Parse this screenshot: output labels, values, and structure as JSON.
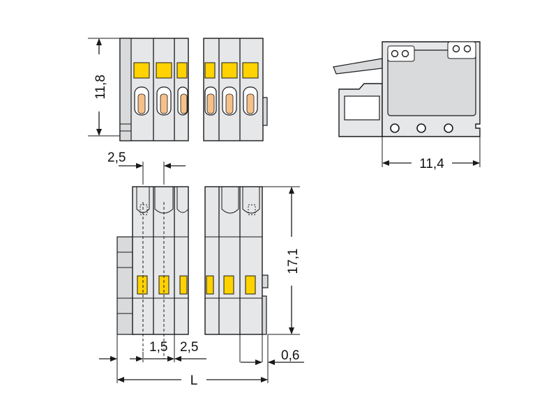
{
  "colors": {
    "housing": "#e6e7e9",
    "housing_shade": "#d9dadc",
    "lever_yellow": "#ffd200",
    "contact_orange": "#f5c08a",
    "outline": "#1a1a1a",
    "background": "#ffffff"
  },
  "dimensions": {
    "height_front": "11,8",
    "depth_side": "11,4",
    "pitch_top": "2,5",
    "height_bottom": "17,1",
    "offset_first": "1,5",
    "pitch_bottom": "2,5",
    "offset_end": "0,6",
    "length": "L"
  }
}
